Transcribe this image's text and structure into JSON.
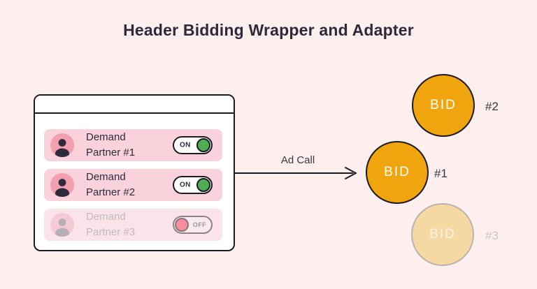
{
  "title": "Header Bidding Wrapper and Adapter",
  "partners": [
    {
      "line1": "Demand",
      "line2": "Partner #1",
      "toggle_label": "ON",
      "state": "on"
    },
    {
      "line1": "Demand",
      "line2": "Partner #2",
      "toggle_label": "ON",
      "state": "on"
    },
    {
      "line1": "Demand",
      "line2": "Partner #3",
      "toggle_label": "OFF",
      "state": "off"
    }
  ],
  "arrow": {
    "label": "Ad Call"
  },
  "bids": [
    {
      "text": "BID",
      "rank_label": "#2",
      "state": "active"
    },
    {
      "text": "BID",
      "rank_label": "#1",
      "state": "active"
    },
    {
      "text": "BID",
      "rank_label": "#3",
      "state": "inactive"
    }
  ],
  "colors": {
    "background": "#FCEFED",
    "ink": "#2E2A3C",
    "row_pink": "#FAD2DC",
    "row_pink_muted": "#FBE4E9",
    "avatar_pink": "#F29FB0",
    "toggle_on_green": "#4FAE52",
    "toggle_off_pink": "#F78D9D",
    "bid_orange": "#F0A50E",
    "bid_orange_muted": "#F6D9A2"
  }
}
